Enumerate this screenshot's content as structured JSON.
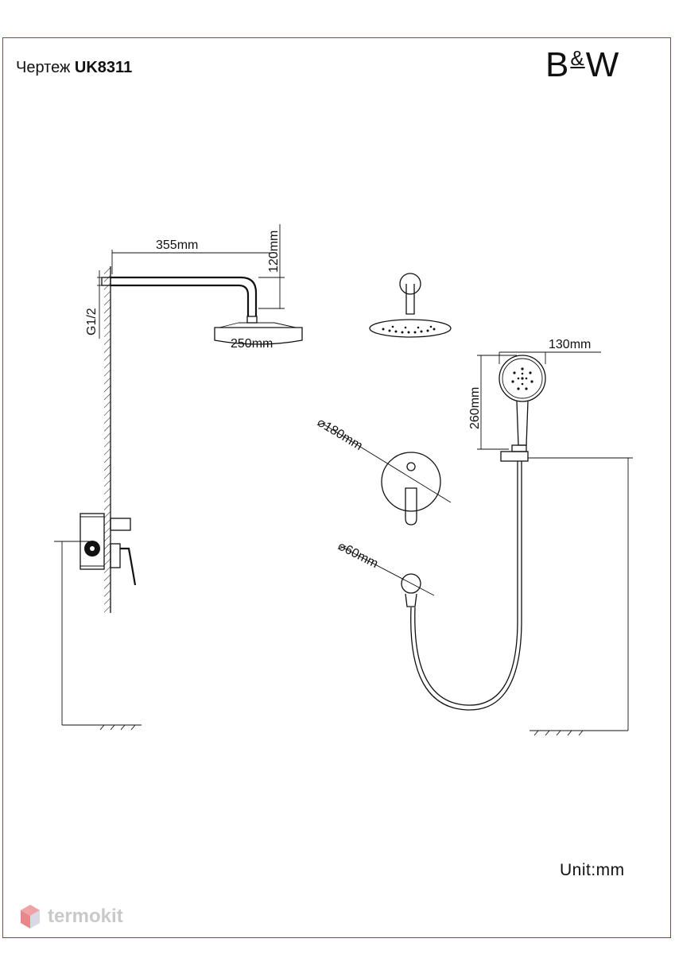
{
  "header": {
    "title_prefix": "Чертеж",
    "model_code": "UK8311"
  },
  "brand": {
    "b": "B",
    "amp": "&",
    "w": "W"
  },
  "dimensions": {
    "arm_length": "355mm",
    "arm_drop": "120mm",
    "connection": "G1/2",
    "head_diameter": "250mm",
    "hand_shower_width": "130mm",
    "hand_shower_length": "260mm",
    "mixer_plate_diameter": "180mm",
    "outlet_diameter": "60mm",
    "diameter_symbol": "⌀"
  },
  "footer": {
    "unit": "Unit:mm"
  },
  "watermark": {
    "text": "termokit"
  },
  "colors": {
    "frame": "#d81f26",
    "line": "#111111",
    "watermark": "#c9c9c9"
  }
}
